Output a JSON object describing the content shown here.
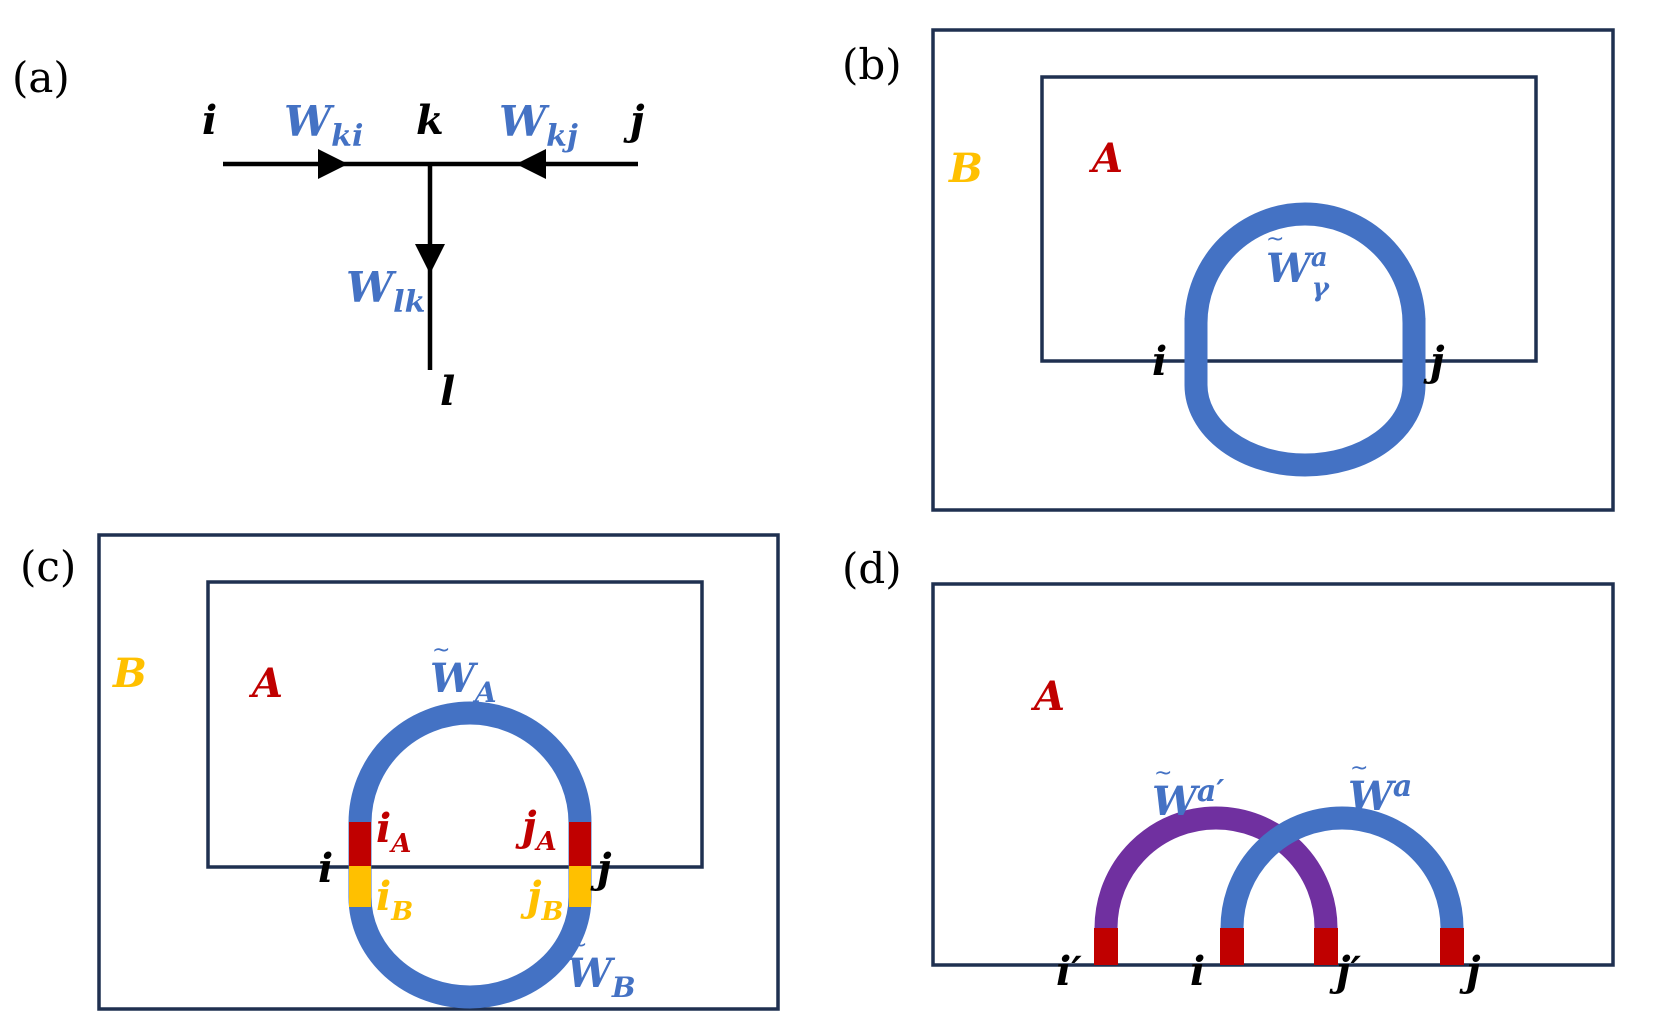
{
  "colors": {
    "blue": "#4472c4",
    "red": "#c00000",
    "yellow": "#ffc000",
    "purple": "#7030a0",
    "box": "#1f3050",
    "black": "#000000"
  },
  "panel_a": {
    "label": "(a)",
    "i": "i",
    "j": "j",
    "k": "k",
    "l": "l",
    "W": "W",
    "sub_ki": "ki",
    "sub_kj": "kj",
    "sub_lk": "lk"
  },
  "panel_b": {
    "label": "(b)",
    "region_outer": "B",
    "region_inner": "A",
    "loop_W": "W",
    "loop_sup": "a",
    "loop_sub": "γ",
    "i": "i",
    "j": "j"
  },
  "panel_c": {
    "label": "(c)",
    "region_outer": "B",
    "region_inner": "A",
    "W": "W",
    "sub_A": "A",
    "sub_B": "B",
    "i": "i",
    "j": "j",
    "iA": "i",
    "jA": "j",
    "iB": "i",
    "jB": "j"
  },
  "panel_d": {
    "label": "(d)",
    "region": "A",
    "W": "W",
    "sup_a_prime": "a′",
    "sup_a": "a",
    "i_prime": "i′",
    "i": "i",
    "j_prime": "j′",
    "j": "j"
  }
}
